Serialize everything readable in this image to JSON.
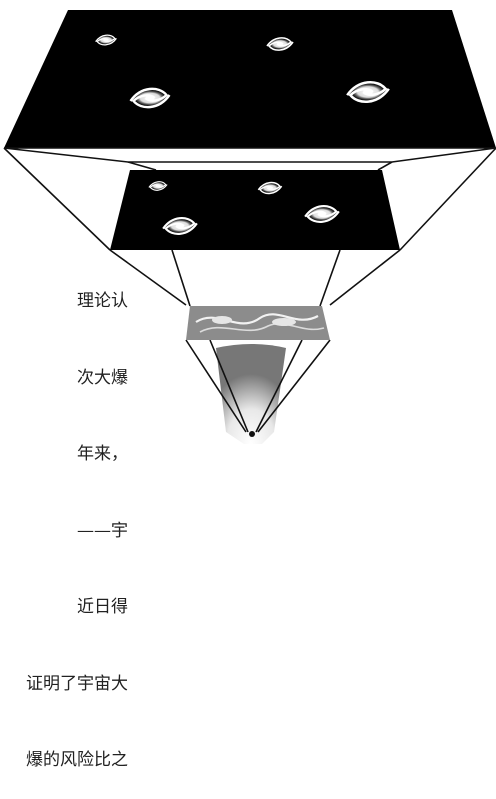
{
  "side_text": [
    "理论认",
    "次大爆",
    "年来，",
    "——宇",
    "近日得",
    "证明了宇宙大",
    "爆的风险比之"
  ],
  "colors": {
    "background": "#ffffff",
    "panel": "#000000",
    "line": "#111111",
    "galaxy": "#ffffff"
  },
  "icons": [
    "galaxy-icon",
    "big-bang-glow-icon"
  ]
}
